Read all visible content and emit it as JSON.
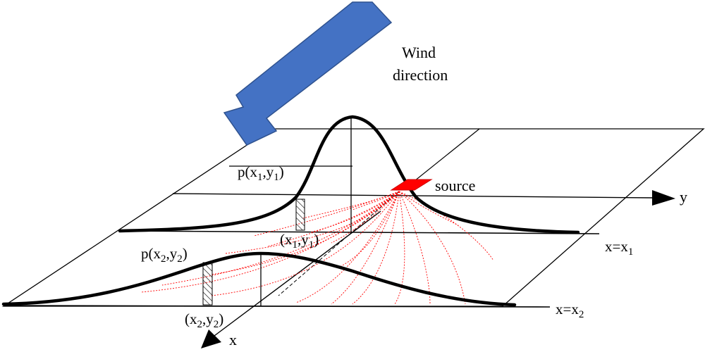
{
  "labels": {
    "wind_line1": "Wind",
    "wind_line2": "direction",
    "source": "source",
    "axis_y": "y",
    "axis_x": "x",
    "plane_x1": {
      "base": "x=x",
      "sub": "1"
    },
    "plane_x2": {
      "base": "x=x",
      "sub": "2"
    },
    "p1": {
      "pre": "p(x",
      "s1": "1",
      "mid": ",y",
      "s2": "1",
      "post": ")"
    },
    "p2": {
      "pre": "p(x",
      "s1": "2",
      "mid": ",y",
      "s2": "2",
      "post": ")"
    },
    "pt1": {
      "pre": "(x",
      "s1": "1",
      "mid": ",y",
      "s2": "1",
      "post": ")"
    },
    "pt2": {
      "pre": "(x",
      "s1": "2",
      "mid": ",y",
      "s2": "2",
      "post": ")"
    }
  },
  "colors": {
    "wind_arrow_fill": "#4472c4",
    "wind_arrow_stroke": "#2f528f",
    "source_fill": "#ff0000",
    "trajectory": "#ff0000",
    "line": "#000000"
  }
}
